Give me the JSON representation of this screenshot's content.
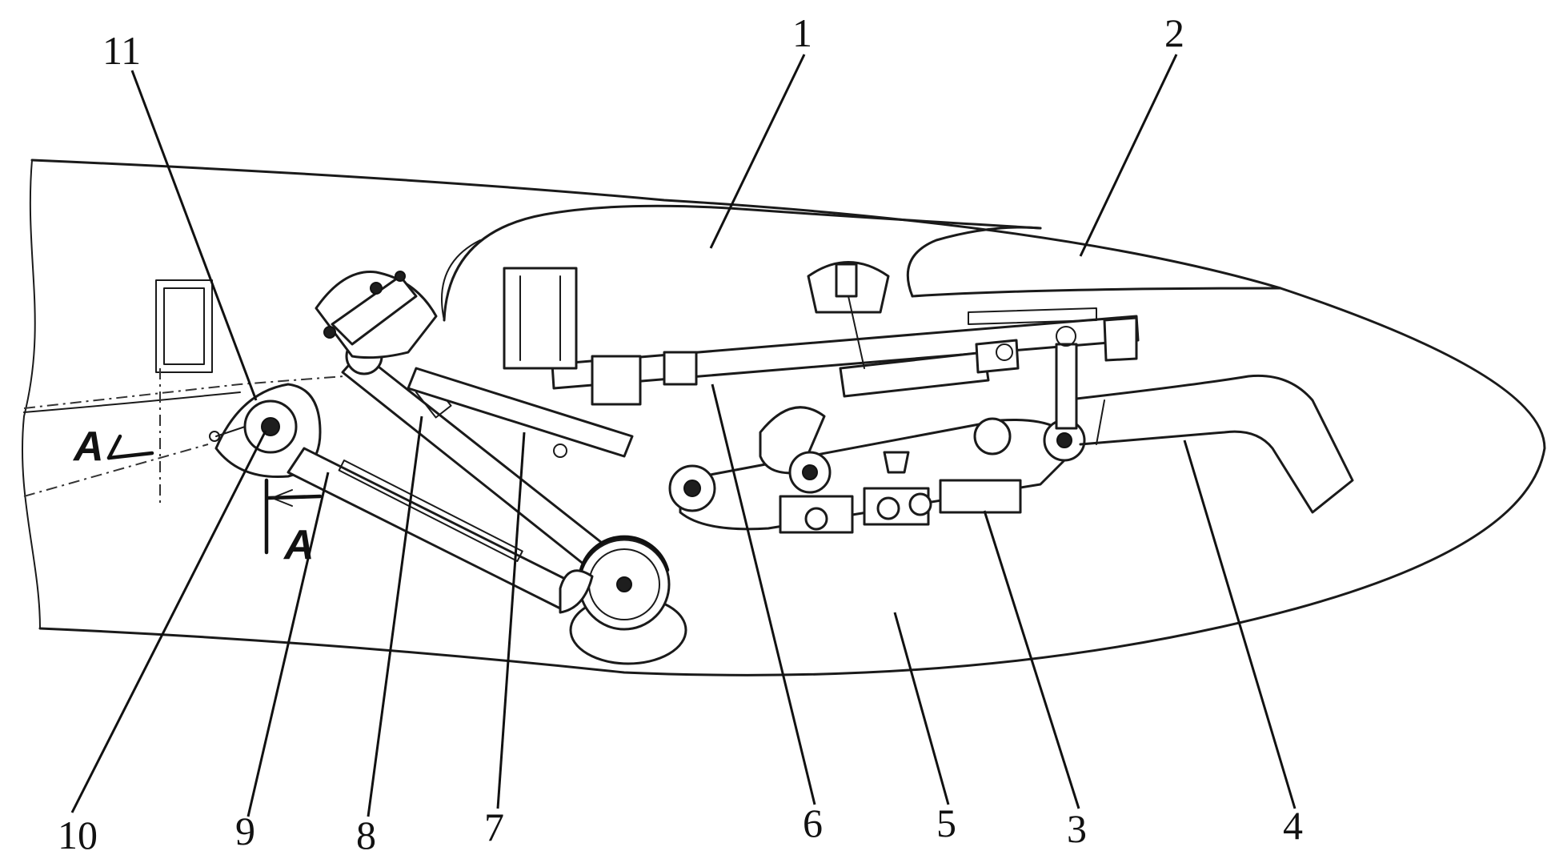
{
  "callouts": [
    "1",
    "2",
    "3",
    "4",
    "5",
    "6",
    "7",
    "8",
    "9",
    "10",
    "11"
  ],
  "section": {
    "letter_top": "A",
    "letter_bottom": "A"
  }
}
